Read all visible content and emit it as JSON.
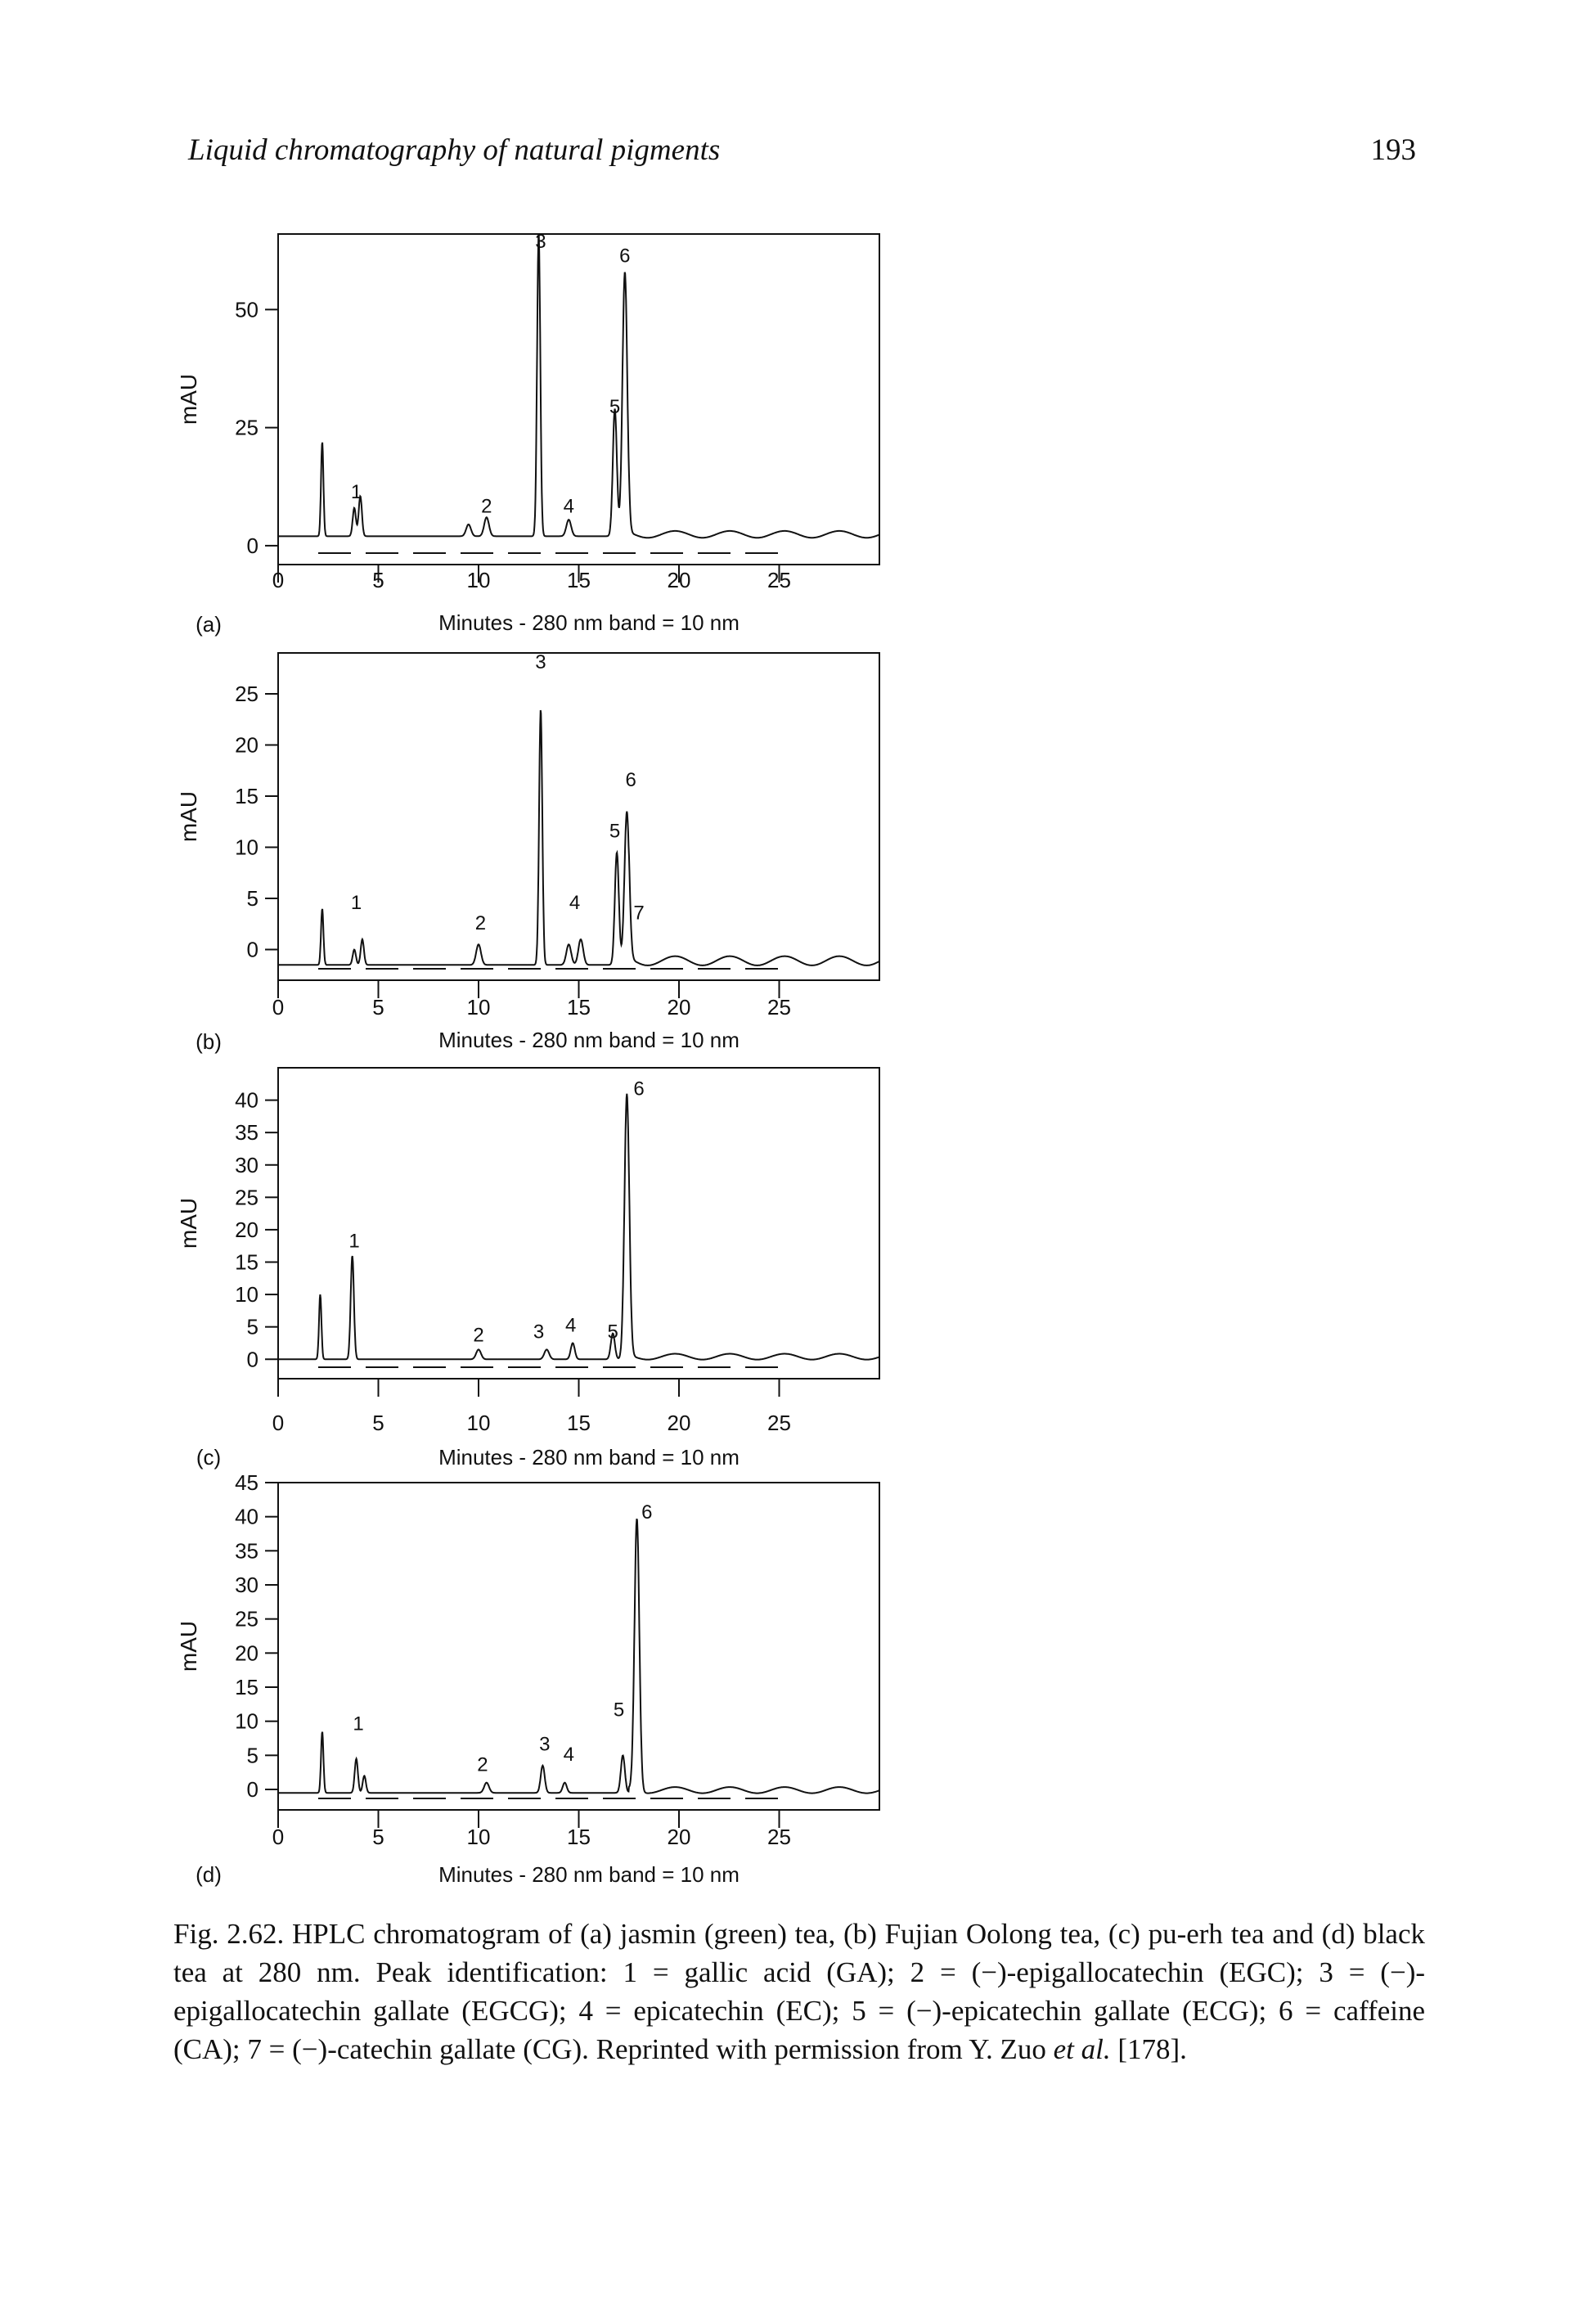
{
  "header": {
    "running_title": "Liquid chromatography of natural pigments",
    "page_number": "193"
  },
  "chart_data": [
    {
      "type": "line",
      "panel_label": "(a)",
      "ylabel": "mAU",
      "xlabel": "Minutes - 280 nm band = 10 nm",
      "xlim": [
        0,
        30
      ],
      "ylim": [
        -4,
        66
      ],
      "xticks": [
        0,
        5,
        10,
        15,
        20,
        25
      ],
      "yticks": [
        0,
        25,
        50
      ],
      "baseline": 2.0,
      "peaks": [
        {
          "t": 2.2,
          "h": 20,
          "w": 0.06
        },
        {
          "t": 3.8,
          "h": 6,
          "w": 0.08
        },
        {
          "t": 4.1,
          "h": 8.5,
          "w": 0.08
        },
        {
          "t": 9.5,
          "h": 2.5,
          "w": 0.12
        },
        {
          "t": 10.4,
          "h": 4,
          "w": 0.12
        },
        {
          "t": 13.0,
          "h": 64,
          "w": 0.08
        },
        {
          "t": 14.5,
          "h": 3.5,
          "w": 0.12
        },
        {
          "t": 16.8,
          "h": 27,
          "w": 0.1
        },
        {
          "t": 17.3,
          "h": 56,
          "w": 0.12
        }
      ],
      "peak_labels": [
        {
          "t": 3.9,
          "y": 9,
          "text": "1"
        },
        {
          "t": 10.4,
          "y": 6,
          "text": "2"
        },
        {
          "t": 13.1,
          "y": 62,
          "text": "3"
        },
        {
          "t": 14.5,
          "y": 6,
          "text": "4"
        },
        {
          "t": 16.8,
          "y": 27,
          "text": "5"
        },
        {
          "t": 17.3,
          "y": 59,
          "text": "6"
        }
      ]
    },
    {
      "type": "line",
      "panel_label": "(b)",
      "ylabel": "mAU",
      "xlabel": "Minutes - 280 nm band = 10 nm",
      "xlim": [
        0,
        30
      ],
      "ylim": [
        -3,
        29
      ],
      "xticks": [
        0,
        5,
        10,
        15,
        20,
        25
      ],
      "yticks": [
        0,
        5,
        10,
        15,
        20,
        25
      ],
      "baseline": -1.5,
      "peaks": [
        {
          "t": 2.2,
          "h": 5.5,
          "w": 0.06
        },
        {
          "t": 3.8,
          "h": 1.5,
          "w": 0.08
        },
        {
          "t": 4.2,
          "h": 2.5,
          "w": 0.08
        },
        {
          "t": 10.0,
          "h": 2.0,
          "w": 0.12
        },
        {
          "t": 13.1,
          "h": 25,
          "w": 0.08
        },
        {
          "t": 14.5,
          "h": 2.0,
          "w": 0.12
        },
        {
          "t": 15.1,
          "h": 2.5,
          "w": 0.12
        },
        {
          "t": 16.9,
          "h": 11,
          "w": 0.1
        },
        {
          "t": 17.4,
          "h": 15,
          "w": 0.12
        }
      ],
      "peak_labels": [
        {
          "t": 3.9,
          "y": 3.5,
          "text": "1"
        },
        {
          "t": 10.1,
          "y": 1.5,
          "text": "2"
        },
        {
          "t": 13.1,
          "y": 27,
          "text": "3"
        },
        {
          "t": 14.8,
          "y": 3.5,
          "text": "4"
        },
        {
          "t": 16.8,
          "y": 10.5,
          "text": "5"
        },
        {
          "t": 17.6,
          "y": 15.5,
          "text": "6"
        },
        {
          "t": 18.0,
          "y": 2.5,
          "text": "7"
        }
      ]
    },
    {
      "type": "line",
      "panel_label": "(c)",
      "ylabel": "mAU",
      "xlabel": "Minutes - 280 nm band = 10 nm",
      "xlim": [
        0,
        30
      ],
      "ylim": [
        -3,
        45
      ],
      "xticks": [
        0,
        5,
        10,
        15,
        20,
        25
      ],
      "yticks": [
        0,
        5,
        10,
        15,
        20,
        25,
        30,
        35,
        40
      ],
      "baseline": 0.0,
      "peaks": [
        {
          "t": 2.1,
          "h": 10,
          "w": 0.06
        },
        {
          "t": 3.7,
          "h": 16,
          "w": 0.08
        },
        {
          "t": 10.0,
          "h": 1.5,
          "w": 0.12
        },
        {
          "t": 13.4,
          "h": 1.5,
          "w": 0.12
        },
        {
          "t": 14.7,
          "h": 2.5,
          "w": 0.1
        },
        {
          "t": 16.7,
          "h": 4,
          "w": 0.1
        },
        {
          "t": 17.4,
          "h": 41,
          "w": 0.12
        }
      ],
      "peak_labels": [
        {
          "t": 3.8,
          "y": 16.5,
          "text": "1"
        },
        {
          "t": 10.0,
          "y": 2,
          "text": "2"
        },
        {
          "t": 13.0,
          "y": 2.5,
          "text": "3"
        },
        {
          "t": 14.6,
          "y": 3.5,
          "text": "4"
        },
        {
          "t": 16.7,
          "y": 2.5,
          "text": "5"
        },
        {
          "t": 18.0,
          "y": 40,
          "text": "6"
        }
      ]
    },
    {
      "type": "line",
      "panel_label": "(d)",
      "ylabel": "mAU",
      "xlabel": "Minutes - 280 nm band = 10 nm",
      "xlim": [
        0,
        30
      ],
      "ylim": [
        -3,
        45
      ],
      "xticks": [
        0,
        5,
        10,
        15,
        20,
        25
      ],
      "yticks": [
        0,
        5,
        10,
        15,
        20,
        25,
        30,
        35,
        40,
        45
      ],
      "baseline": -0.5,
      "peaks": [
        {
          "t": 2.2,
          "h": 9,
          "w": 0.06
        },
        {
          "t": 3.9,
          "h": 5,
          "w": 0.08
        },
        {
          "t": 4.3,
          "h": 2.5,
          "w": 0.08
        },
        {
          "t": 10.4,
          "h": 1.5,
          "w": 0.12
        },
        {
          "t": 13.2,
          "h": 4,
          "w": 0.1
        },
        {
          "t": 14.3,
          "h": 1.5,
          "w": 0.1
        },
        {
          "t": 17.2,
          "h": 5.5,
          "w": 0.1
        },
        {
          "t": 17.9,
          "h": 40,
          "w": 0.12
        }
      ],
      "peak_labels": [
        {
          "t": 4.0,
          "y": 8,
          "text": "1"
        },
        {
          "t": 10.2,
          "y": 2,
          "text": "2"
        },
        {
          "t": 13.3,
          "y": 5,
          "text": "3"
        },
        {
          "t": 14.5,
          "y": 3.5,
          "text": "4"
        },
        {
          "t": 17.0,
          "y": 10,
          "text": "5"
        },
        {
          "t": 18.4,
          "y": 39,
          "text": "6"
        }
      ]
    }
  ],
  "caption": {
    "text": "Fig. 2.62. HPLC chromatogram of (a) jasmin (green) tea, (b) Fujian Oolong tea, (c) pu-erh tea and (d) black tea at 280 nm. Peak identification: 1 = gallic acid (GA); 2 = (−)-epigallocatechin (EGC); 3 = (−)-epigallocatechin gallate (EGCG); 4 = epicatechin (EC); 5 = (−)-epicatechin gallate (ECG); 6 = caffeine (CA); 7 = (−)-catechin gallate (CG). Reprinted with permission from Y. Zuo ",
    "citation_italic": "et al.",
    "citation_ref": " [178]."
  }
}
